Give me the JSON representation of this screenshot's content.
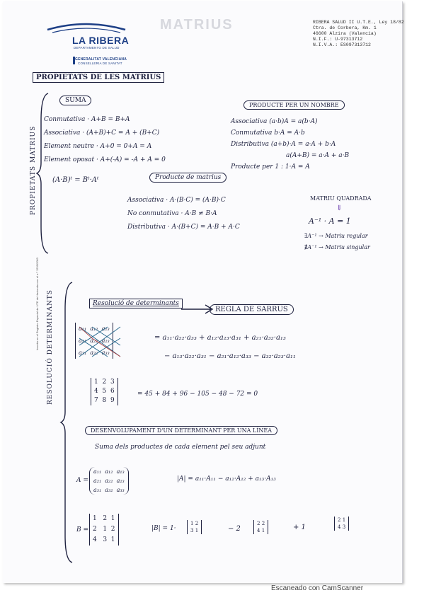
{
  "header": {
    "org_name": "LA RIBERA",
    "org_dept": "DEPARTAMENTO DE SALUD",
    "gov_name": "GENERALITAT VALENCIANA",
    "gov_sub": "CONSELLERIA DE SANITAT",
    "watermark": "MATRIUS",
    "address_lines": [
      "RIBERA SALUD II U.T.E., Ley 18/82",
      "Ctra. de Corbera, Km. 1",
      "46600 Alzira (Valencia)",
      "N.I.F.: U-97313712",
      "N.I.V.A.: ES097313712"
    ],
    "side_text": "Inscrita en el Registro Especial de UTE de Hacienda con el n.º 1239/2003"
  },
  "section1": {
    "title": "PROPIETATS DE LES MATRIUS",
    "side_label": "PROPIETATS MATRIUS",
    "suma": {
      "title": "SUMA",
      "lines": [
        "Conmutativa · A+B = B+A",
        "Associativa · (A+B)+C = A + (B+C)",
        "Element neutre · A+0 = 0+A = A",
        "Element oposat · A+(-A) = -A + A = 0"
      ]
    },
    "transpose": "(A·B)ᵗ = Bᵗ·Aᵗ",
    "producte_nombre": {
      "title": "PRODUCTE PER UN NOMBRE",
      "lines": [
        "Associativa (a·b)A = a(b·A)",
        "Conmutativa b·A = A·b",
        "Distributiva (a+b)·A = a·A + b·A",
        "a(A+B) = a·A + a·B",
        "Producte per 1 :  1·A = A"
      ]
    },
    "producte_matrius": {
      "title": "Producte de matrius",
      "lines": [
        "Associativa · A·(B·C) = (A·B)·C",
        "No conmutativa · A·B ≠ B·A",
        "Distributiva · A·(B+C) = A·B + A·C"
      ]
    },
    "matriu_quadrada": {
      "title": "MATRIU QUADRADA",
      "arrow": "⇓",
      "eq": "A⁻¹ · A = 1",
      "lines": [
        "∃A⁻¹ → Matriu regular",
        "∄A⁻¹ → Matriu singular"
      ]
    }
  },
  "section2": {
    "side_label": "RESOLUCIÓ DETERMINANTS",
    "resolucio_title": "Resolució de determinants",
    "sarrus_title": "REGLA DE SARRUS",
    "matrix3": [
      [
        "a₁₁",
        "a₁₂",
        "a₁₃"
      ],
      [
        "a₂₁",
        "a₂₂",
        "a₂₃"
      ],
      [
        "a₃₁",
        "a₃₂",
        "a₃₃"
      ]
    ],
    "sarrus_line1": "= a₁₁·a₂₂·a₃₃ + a₁₂·a₂₃·a₃₁ + a₂₁·a₃₂·a₁₃",
    "sarrus_line2": "− a₁₃·a₂₂·a₃₁ − a₂₁·a₁₂·a₃₃ − a₃₂·a₂₃·a₁₁",
    "example_matrix": [
      [
        "1",
        "2",
        "3"
      ],
      [
        "4",
        "5",
        "6"
      ],
      [
        "7",
        "8",
        "9"
      ]
    ],
    "example_result": "= 45 + 84 + 96 − 105 − 48 − 72 = 0",
    "desenvolupament_title": "DESENVOLUPAMENT D'UN DETERMINANT PER UNA LÍNEA",
    "desenvolupament_sub": "Suma dels productes de cada element pel seu adjunt",
    "A_label": "A =",
    "A_matrix": [
      [
        "a₁₁",
        "a₁₂",
        "a₁₃"
      ],
      [
        "a₂₁",
        "a₂₂",
        "a₂₃"
      ],
      [
        "a₃₁",
        "a₃₂",
        "a₃₃"
      ]
    ],
    "A_expansion": "|A| = a₁₁·A₁₁ − a₁₂·A₁₂ + a₁₃·A₁₃",
    "B_label": "B =",
    "B_matrix": [
      [
        "1",
        "2",
        "1"
      ],
      [
        "2",
        "1",
        "2"
      ],
      [
        "4",
        "3",
        "1"
      ]
    ],
    "B_expansion_prefix": "|B| = 1·",
    "B_minor1": [
      [
        "1",
        "2"
      ],
      [
        "3",
        "1"
      ]
    ],
    "B_mid1": "− 2",
    "B_minor2": [
      [
        "2",
        "2"
      ],
      [
        "4",
        "1"
      ]
    ],
    "B_mid2": "+ 1",
    "B_minor3": [
      [
        "2",
        "1"
      ],
      [
        "4",
        "3"
      ]
    ]
  },
  "footer": "Escaneado con CamScanner"
}
